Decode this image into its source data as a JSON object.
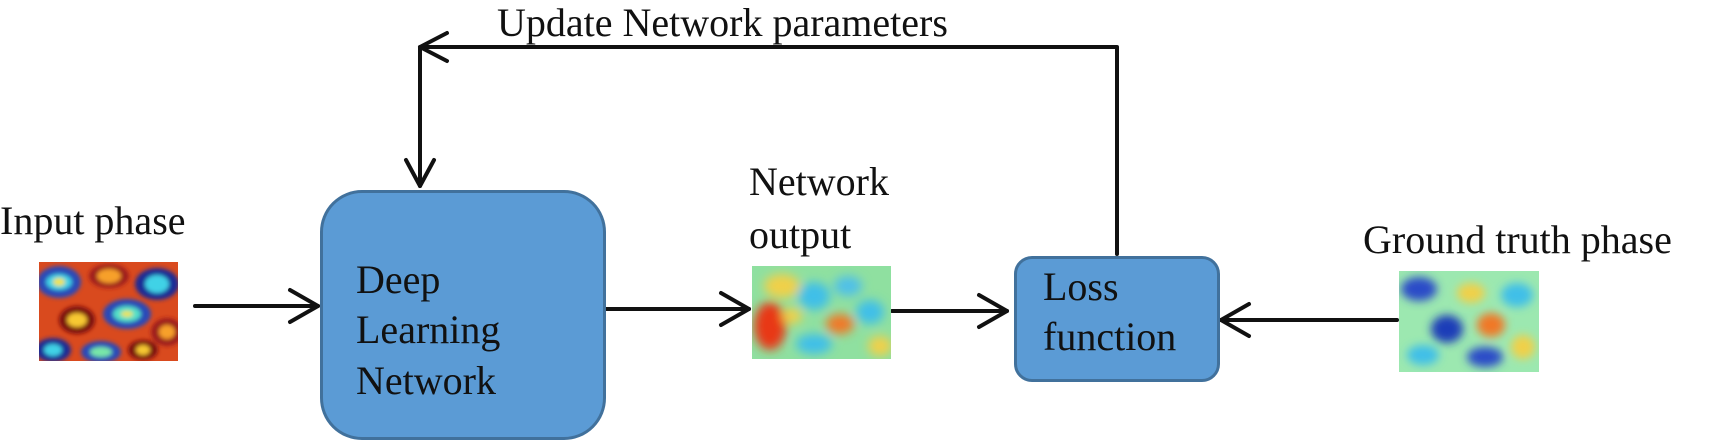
{
  "labels": {
    "update": "Update Network parameters",
    "input_phase": "Input phase",
    "network_output_line1": "Network",
    "network_output_line2": "output",
    "ground_truth": "Ground truth phase"
  },
  "boxes": {
    "dln_line1": "Deep",
    "dln_line2": "Learning",
    "dln_line3": "Network",
    "loss_line1": "Loss",
    "loss_line2": "function"
  },
  "colors": {
    "box_fill": "#5b9bd5",
    "box_border": "#41719c",
    "arrow": "#111111"
  }
}
